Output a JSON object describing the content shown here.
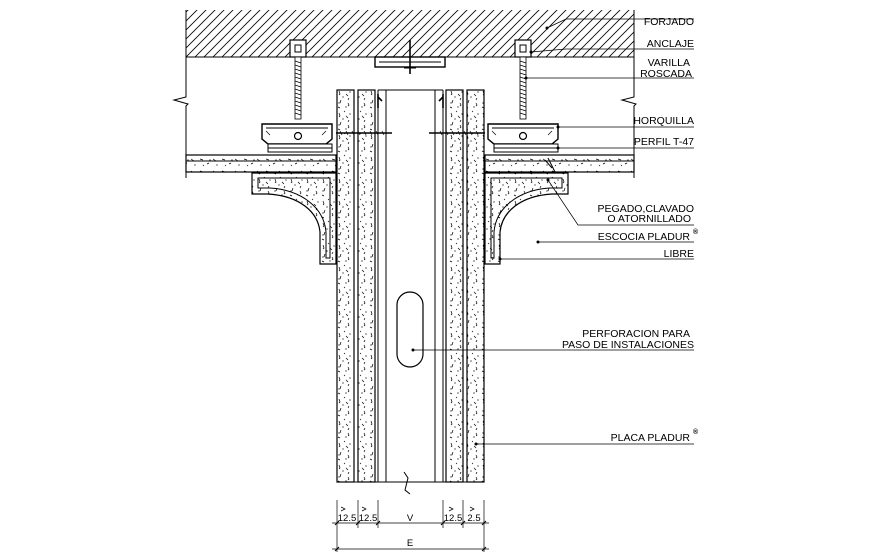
{
  "labels": {
    "forjado": "FORJADO",
    "anclaje": "ANCLAJE",
    "varilla_1": "VARILLA",
    "varilla_2": "ROSCADA",
    "horquilla": "HORQUILLA",
    "perfil": "PERFIL T-47",
    "pegado_1": "PEGADO,CLAVADO",
    "pegado_2": "O ATORNILLADO",
    "escocia": "ESCOCIA PLADUR",
    "libre": "LIBRE",
    "perforacion_1": "PERFORACION PARA",
    "perforacion_2": "PASO DE INSTALACIONES",
    "placa": "PLACA PLADUR",
    "registered": "®"
  },
  "dimensions": {
    "d1": "12.5",
    "d2": "12.5",
    "v": "V",
    "d3": "12.5",
    "d4": "2.5",
    "e": "E"
  }
}
